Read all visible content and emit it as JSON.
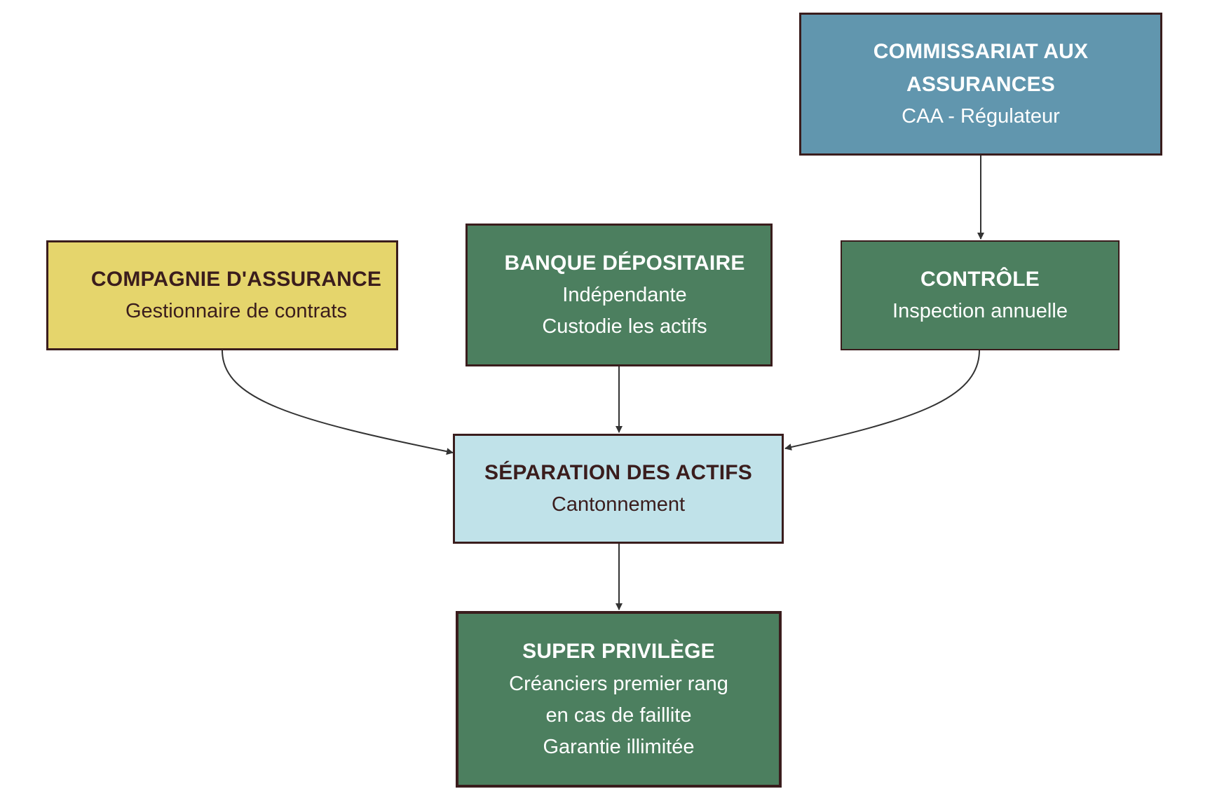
{
  "nodes": {
    "caa": {
      "title_line1": "COMMISSARIAT AUX",
      "title_line2": "ASSURANCES",
      "subtitle": "CAA - Régulateur"
    },
    "compagnie": {
      "title": "COMPAGNIE D'ASSURANCE",
      "subtitle": "Gestionnaire de contrats"
    },
    "banque": {
      "title": "BANQUE DÉPOSITAIRE",
      "line1": "Indépendante",
      "line2": "Custodie les actifs"
    },
    "controle": {
      "title": "CONTRÔLE",
      "subtitle": "Inspection annuelle"
    },
    "separation": {
      "title": "SÉPARATION DES ACTIFS",
      "subtitle": "Cantonnement"
    },
    "super": {
      "title": "SUPER PRIVILÈGE",
      "line1": "Créanciers premier rang",
      "line2": "en cas de faillite",
      "line3": "Garantie illimitée"
    }
  },
  "edges": [
    {
      "from": "caa",
      "to": "controle"
    },
    {
      "from": "compagnie",
      "to": "separation"
    },
    {
      "from": "banque",
      "to": "separation"
    },
    {
      "from": "controle",
      "to": "separation"
    },
    {
      "from": "separation",
      "to": "super"
    }
  ],
  "colors": {
    "regulator": "#6196ae",
    "company": "#e5d56c",
    "green_box": "#4c7f5f",
    "separation": "#c0e2e9",
    "border": "#3a1d1d",
    "edge": "#333333"
  }
}
